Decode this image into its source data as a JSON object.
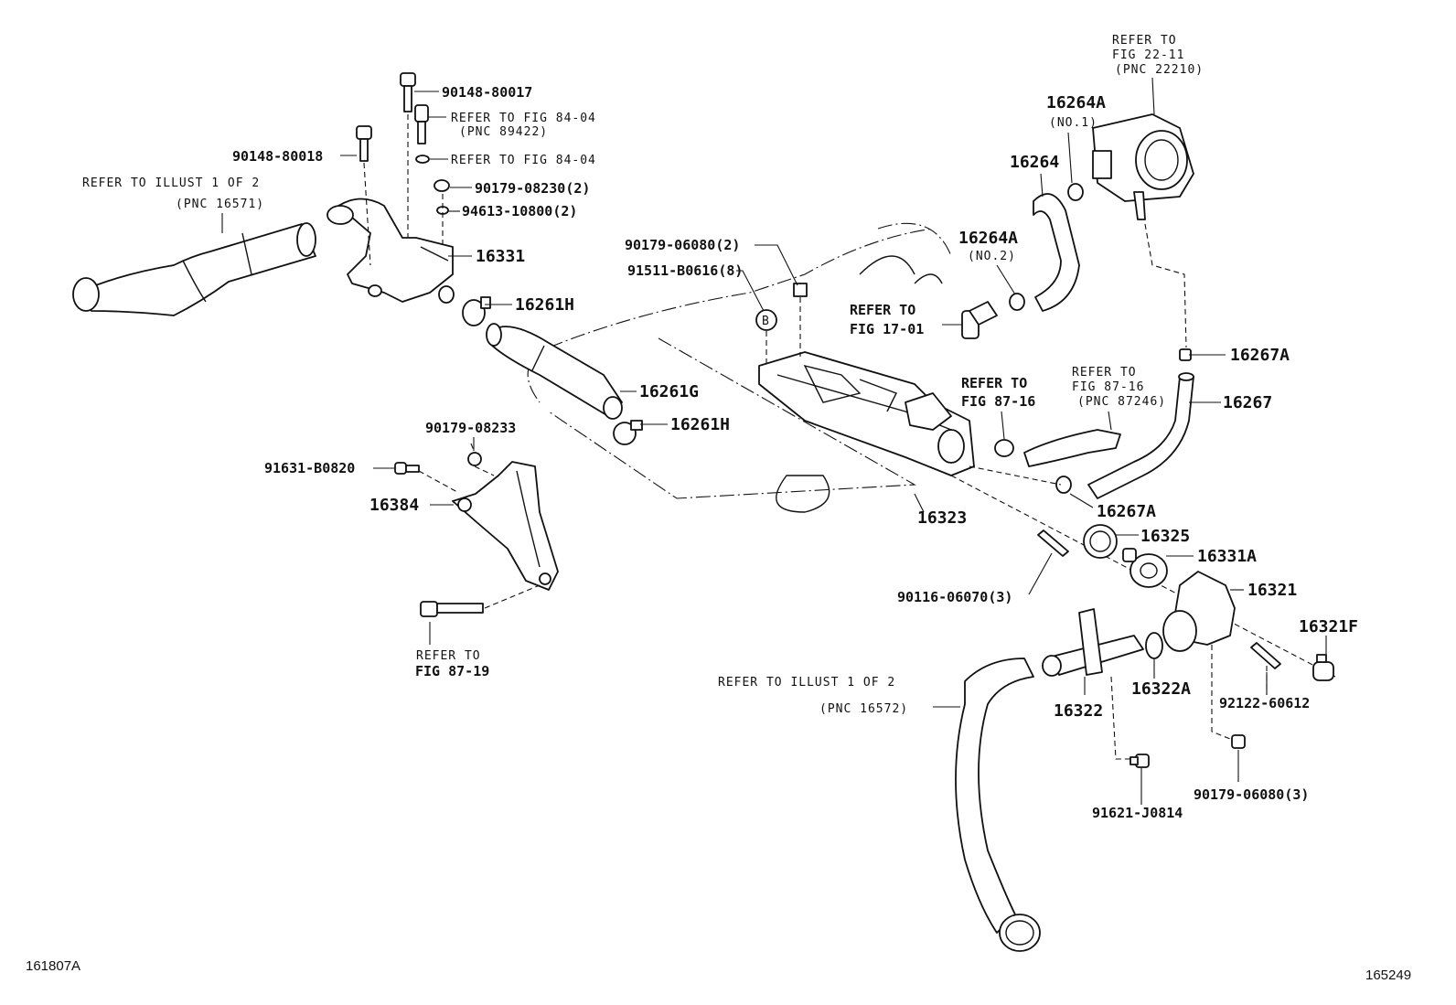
{
  "callouts": {
    "p90148_80017": "90148-80017",
    "p90148_80018": "90148-80018",
    "ref_fig_84_04_a": "REFER TO FIG 84-04",
    "pnc_89422": "(PNC 89422)",
    "ref_fig_84_04_b": "REFER TO FIG 84-04",
    "p90179_08230": "90179-08230(2)",
    "p94613_10800": "94613-10800(2)",
    "ref_illust_1_line1": "REFER TO ILLUST 1 OF 2",
    "ref_illust_1_line2": "(PNC 16571)",
    "p16331": "16331",
    "p16261H_top": "16261H",
    "p16261G": "16261G",
    "p16261H_bottom": "16261H",
    "p90179_06080_2": "90179-06080(2)",
    "p91511_B0616": "91511-B0616(8)",
    "marker_b": "B",
    "ref_fig_17_01_line1": "REFER TO",
    "ref_fig_17_01_line2": "FIG 17-01",
    "ref_fig_22_11_line1": "REFER TO",
    "ref_fig_22_11_line2": "FIG 22-11",
    "ref_fig_22_11_line3": "(PNC 22210)",
    "p16264A_no1": "16264A",
    "no1": "(NO.1)",
    "p16264": "16264",
    "p16264A_no2": "16264A",
    "no2": "(NO.2)",
    "p16267A_top": "16267A",
    "p16267": "16267",
    "ref_fig_87_16_a_line1": "REFER TO",
    "ref_fig_87_16_a_line2": "FIG 87-16",
    "ref_fig_87_16_b_line1": "REFER TO",
    "ref_fig_87_16_b_line2": "FIG 87-16",
    "ref_fig_87_16_b_line3": "(PNC 87246)",
    "p16267A_bottom": "16267A",
    "p16323": "16323",
    "p16325": "16325",
    "p16331A": "16331A",
    "p16321": "16321",
    "p16321F": "16321F",
    "p90179_08233": "90179-08233",
    "p91631_B0820": "91631-B0820",
    "p16384": "16384",
    "ref_fig_87_19_line1": "REFER TO",
    "ref_fig_87_19_line2": "FIG 87-19",
    "p90116_06070": "90116-06070(3)",
    "ref_illust_1_2_line1": "REFER TO ILLUST 1 OF 2",
    "ref_illust_1_2_line2": "(PNC 16572)",
    "p16322": "16322",
    "p16322A": "16322A",
    "p92122_60612": "92122-60612",
    "p91621_J0814": "91621-J0814",
    "p90179_06080_3": "90179-06080(3)"
  },
  "footer": {
    "left_code": "161807A",
    "right_code": "165249"
  }
}
